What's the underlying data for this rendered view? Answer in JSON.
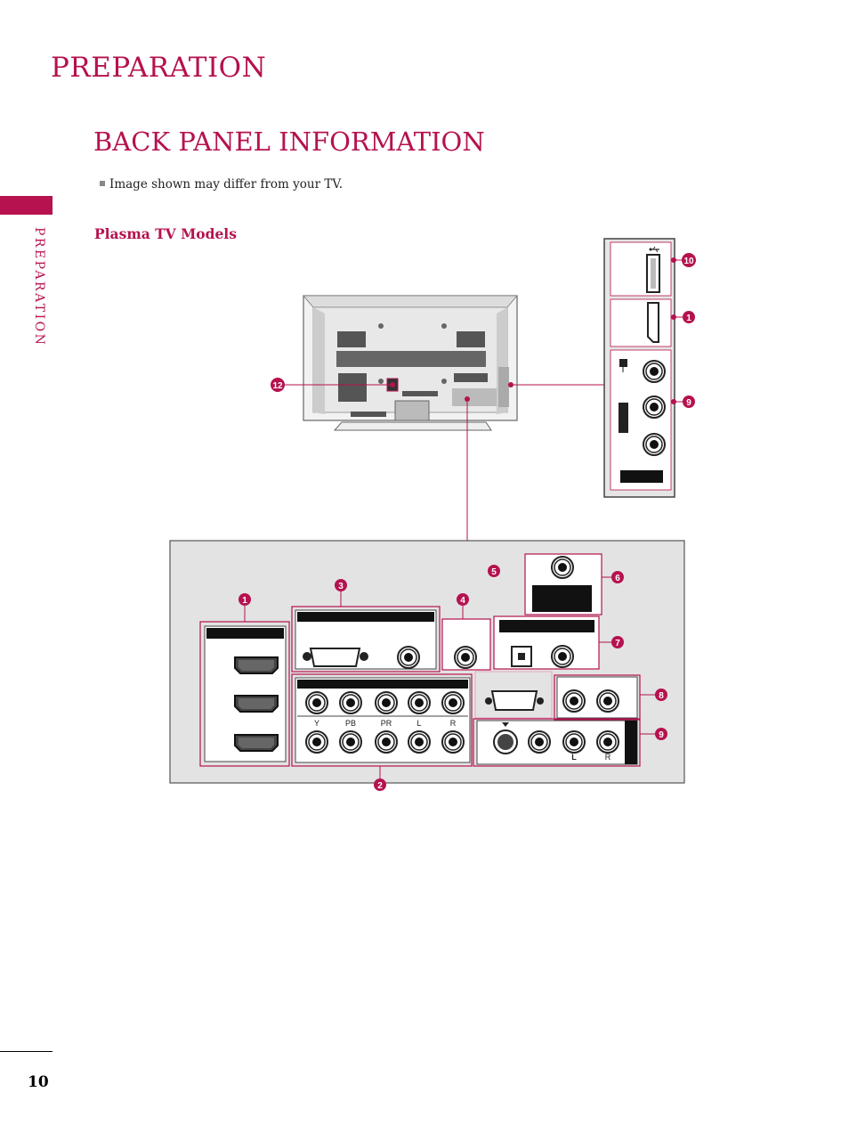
{
  "header": {
    "title": "PREPARATION"
  },
  "sidebar": {
    "label": "PREPARATION"
  },
  "section": {
    "title": "BACK PANEL INFORMATION",
    "note": "Image shown may differ from your TV.",
    "subtitle": "Plasma TV Models"
  },
  "diagram": {
    "callouts": [
      "1",
      "2",
      "3",
      "4",
      "5",
      "6",
      "7",
      "8",
      "9",
      "10",
      "1",
      "9",
      "12"
    ],
    "jack_labels": {
      "y": "Y",
      "pb": "PB",
      "pr": "PR",
      "l": "L",
      "r": "R",
      "l2": "L",
      "r2": "R"
    },
    "colors": {
      "accent": "#b5124f",
      "panel": "#e3e3e3",
      "jack": "#222222"
    },
    "icons": [
      "usb-icon"
    ]
  },
  "footer": {
    "page_number": "10"
  }
}
